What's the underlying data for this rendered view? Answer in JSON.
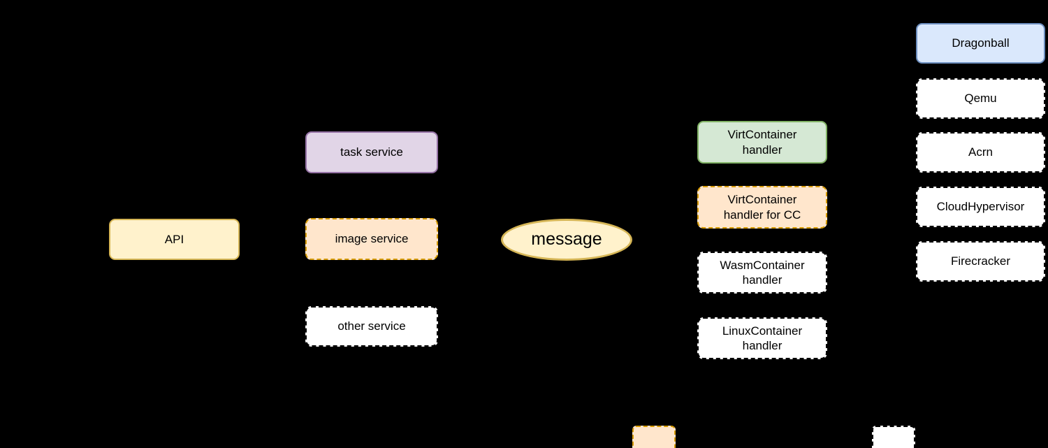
{
  "diagram": {
    "type": "architecture-diagram",
    "background": "#000000",
    "palette": {
      "yellow_fill": "#FFF2CC",
      "yellow_stroke": "#D6B656",
      "purple_fill": "#E1D5E7",
      "purple_stroke": "#9673A6",
      "orange_fill": "#FFE6CC",
      "orange_stroke": "#D79B00",
      "green_fill": "#D5E8D4",
      "green_stroke": "#82B366",
      "blue_fill": "#DAE8FC",
      "blue_stroke": "#6C8EBF",
      "white_fill": "#FFFFFF",
      "black_stroke": "#000000",
      "text_color": "#000000"
    },
    "nodes": {
      "api": {
        "label": "API",
        "shape": "rounded-rect",
        "fill": "#FFF2CC",
        "stroke": "#D6B656",
        "stroke_style": "solid"
      },
      "task_service": {
        "label": "task service",
        "shape": "rounded-rect",
        "fill": "#E1D5E7",
        "stroke": "#9673A6",
        "stroke_style": "solid"
      },
      "image_service": {
        "label": "image service",
        "shape": "rounded-rect",
        "fill": "#FFE6CC",
        "stroke": "#D79B00",
        "stroke_style": "dashed"
      },
      "other_service": {
        "label": "other service",
        "shape": "rounded-rect",
        "fill": "#FFFFFF",
        "stroke": "#000000",
        "stroke_style": "dashed"
      },
      "message": {
        "label": "message",
        "shape": "ellipse",
        "fill": "#FFF2CC",
        "stroke": "#D6B656",
        "stroke_style": "solid"
      },
      "virt_handler": {
        "label": "VirtContainer handler",
        "shape": "rounded-rect",
        "fill": "#D5E8D4",
        "stroke": "#82B366",
        "stroke_style": "solid"
      },
      "virt_handler_cc": {
        "label": "VirtContainer handler for CC",
        "shape": "rounded-rect",
        "fill": "#FFE6CC",
        "stroke": "#D79B00",
        "stroke_style": "dashed"
      },
      "wasm_handler": {
        "label": "WasmContainer handler",
        "shape": "rounded-rect",
        "fill": "#FFFFFF",
        "stroke": "#000000",
        "stroke_style": "dashed"
      },
      "linux_handler": {
        "label": "LinuxContainer handler",
        "shape": "rounded-rect",
        "fill": "#FFFFFF",
        "stroke": "#000000",
        "stroke_style": "dashed"
      },
      "dragonball": {
        "label": "Dragonball",
        "shape": "rounded-rect",
        "fill": "#DAE8FC",
        "stroke": "#6C8EBF",
        "stroke_style": "solid"
      },
      "qemu": {
        "label": "Qemu",
        "shape": "rounded-rect",
        "fill": "#FFFFFF",
        "stroke": "#000000",
        "stroke_style": "dashed"
      },
      "acrn": {
        "label": "Acrn",
        "shape": "rounded-rect",
        "fill": "#FFFFFF",
        "stroke": "#000000",
        "stroke_style": "dashed"
      },
      "cloud_hypervisor": {
        "label": "CloudHypervisor",
        "shape": "rounded-rect",
        "fill": "#FFFFFF",
        "stroke": "#000000",
        "stroke_style": "dashed"
      },
      "firecracker": {
        "label": "Firecracker",
        "shape": "rounded-rect",
        "fill": "#FFFFFF",
        "stroke": "#000000",
        "stroke_style": "dashed"
      },
      "legend_swatch_orange": {
        "label": "",
        "shape": "rounded-rect",
        "fill": "#FFE6CC",
        "stroke": "#D79B00",
        "stroke_style": "dashed"
      },
      "legend_swatch_white": {
        "label": "",
        "shape": "rounded-rect",
        "fill": "#FFFFFF",
        "stroke": "#000000",
        "stroke_style": "dashed"
      }
    }
  }
}
